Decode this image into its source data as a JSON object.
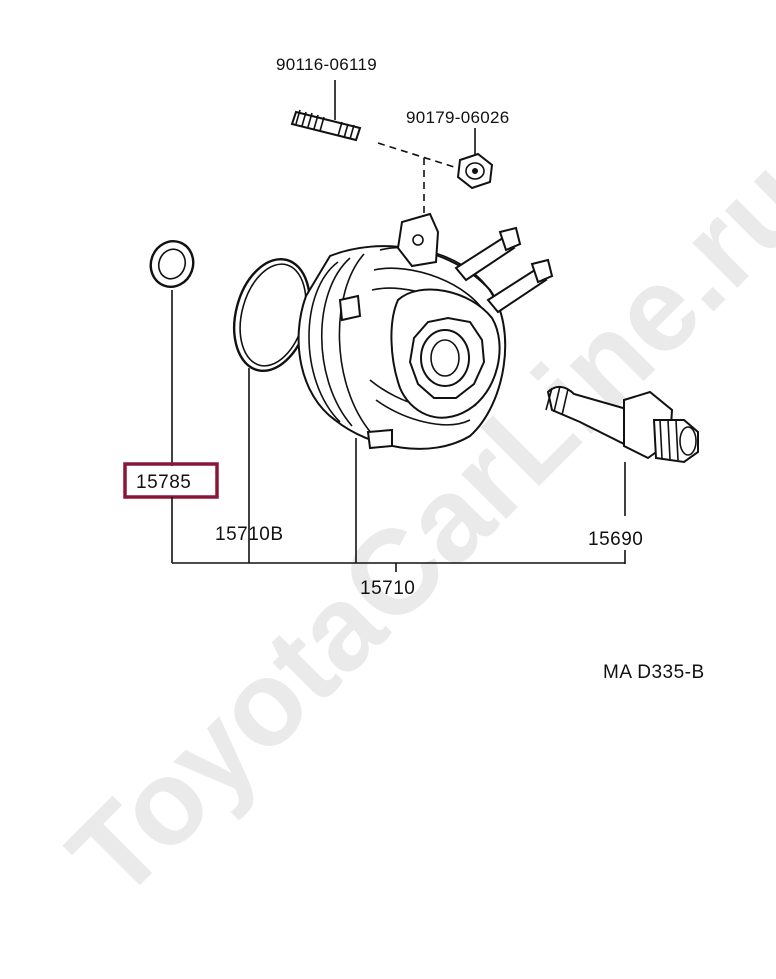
{
  "watermark": "ToyotaCarLine.ru",
  "diagram_code": "MA D335-B",
  "highlight_color": "#8b1538",
  "parts": {
    "stud": "90116-06119",
    "nut": "90179-06026",
    "gasket": "15785",
    "o_ring": "15710B",
    "cooler": "15710",
    "union_bolt": "15690"
  }
}
